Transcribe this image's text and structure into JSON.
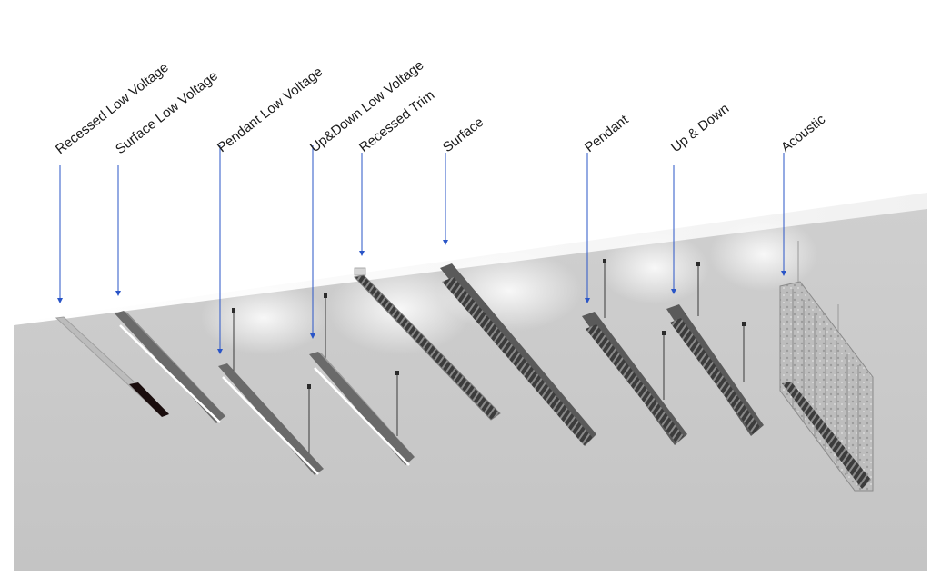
{
  "diagram": {
    "accent_color": "#2a55c7",
    "labels": [
      {
        "id": "recessed-low-voltage",
        "text": "Recessed Low Voltage"
      },
      {
        "id": "surface-low-voltage",
        "text": "Surface Low Voltage"
      },
      {
        "id": "pendant-low-voltage",
        "text": "Pendant Low Voltage"
      },
      {
        "id": "up-down-low-voltage",
        "text": "Up&Down Low Voltage"
      },
      {
        "id": "recessed-trim",
        "text": "Recessed Trim"
      },
      {
        "id": "surface",
        "text": "Surface"
      },
      {
        "id": "pendant",
        "text": "Pendant"
      },
      {
        "id": "up-down",
        "text": "Up & Down"
      },
      {
        "id": "acoustic",
        "text": "Acoustic"
      }
    ]
  }
}
